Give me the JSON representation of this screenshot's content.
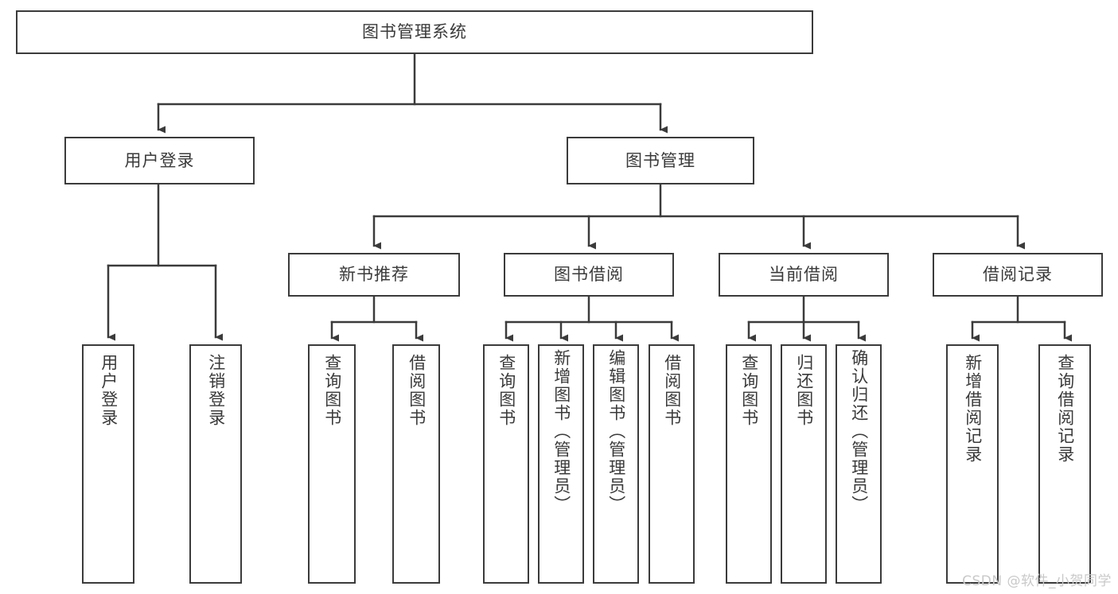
{
  "diagram": {
    "title": "图书管理系统",
    "type": "tree",
    "colors": {
      "background": "#ffffff",
      "border": "#3b3b3b",
      "text": "#3a3a3a",
      "watermark": "#c9c9c9"
    },
    "root": {
      "label": "图书管理系统"
    },
    "level1": [
      {
        "label": "用户登录"
      },
      {
        "label": "图书管理"
      }
    ],
    "level2": [
      {
        "label": "新书推荐"
      },
      {
        "label": "图书借阅"
      },
      {
        "label": "当前借阅"
      },
      {
        "label": "借阅记录"
      }
    ],
    "leaves": {
      "user_login": [
        {
          "label": "用户登录"
        },
        {
          "label": "注销登录"
        }
      ],
      "new_book_recommend": [
        {
          "label": "查询图书"
        },
        {
          "label": "借阅图书"
        }
      ],
      "book_borrow": [
        {
          "label": "查询图书"
        },
        {
          "label": "新增图书（管理员）"
        },
        {
          "label": "编辑图书（管理员）"
        },
        {
          "label": "借阅图书"
        }
      ],
      "current_borrow": [
        {
          "label": "查询图书"
        },
        {
          "label": "归还图书"
        },
        {
          "label": "确认归还（管理员）"
        }
      ],
      "borrow_record": [
        {
          "label": "新增借阅记录"
        },
        {
          "label": "查询借阅记录"
        }
      ]
    },
    "watermark": "CSDN @软件_小贺同学"
  }
}
